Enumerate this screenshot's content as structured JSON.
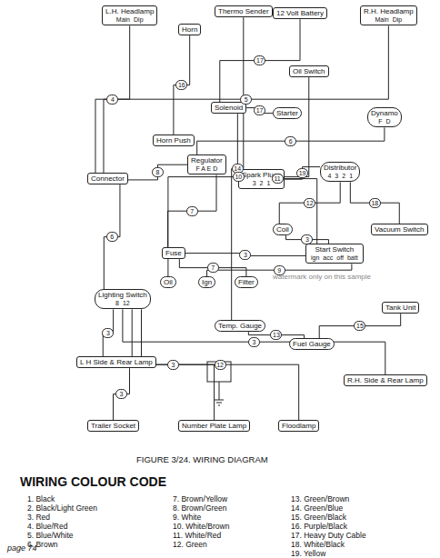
{
  "diagram": {
    "caption": "FIGURE 3/24.   WIRING DIAGRAM",
    "nodes": [
      {
        "text": [
          "L.H. Headlamp",
          "Main",
          "Dip"
        ]
      },
      {
        "text": [
          "Horn"
        ]
      },
      {
        "text": [
          "Thermo Sender"
        ]
      },
      {
        "text": [
          "12 Volt Battery"
        ]
      },
      {
        "text": [
          "R.H. Headlamp",
          "Main",
          "Dip"
        ]
      },
      {
        "text": [
          "Oil Switch"
        ]
      },
      {
        "text": [
          "Solenoid"
        ]
      },
      {
        "text": [
          "Starter"
        ]
      },
      {
        "text": [
          "Dynamo",
          "F",
          "D"
        ]
      },
      {
        "text": [
          "Horn Push"
        ]
      },
      {
        "text": [
          "Connector"
        ]
      },
      {
        "text": [
          "Regulator",
          "F A E D"
        ]
      },
      {
        "text": [
          "Spark Plugs",
          "3",
          "2",
          "1"
        ]
      },
      {
        "text": [
          "Distributor",
          "4",
          "3",
          "2",
          "1"
        ]
      },
      {
        "text": [
          "Coil"
        ]
      },
      {
        "text": [
          "Start Switch",
          "ign",
          "acc",
          "off",
          "batt"
        ]
      },
      {
        "text": [
          "Vacuum Switch"
        ]
      },
      {
        "text": [
          "Fuse"
        ]
      },
      {
        "text": [
          "Lighting Switch",
          "8",
          "12"
        ]
      },
      {
        "text": [
          "Oil"
        ]
      },
      {
        "text": [
          "Ign"
        ]
      },
      {
        "text": [
          "Filter"
        ]
      },
      {
        "text": [
          "Temp. Gauge"
        ]
      },
      {
        "text": [
          "Fuel Gauge"
        ]
      },
      {
        "text": [
          "Tank Unit"
        ]
      },
      {
        "text": [
          "L H Side & Rear Lamp"
        ]
      },
      {
        "text": [
          "R.H. Side & Rear Lamp"
        ]
      },
      {
        "text": [
          "Trailer Socket"
        ]
      },
      {
        "text": [
          "Number Plate Lamp"
        ]
      },
      {
        "text": [
          "Floodlamp"
        ]
      }
    ],
    "edges": [
      {
        "from": 0,
        "to": 10,
        "label": "4",
        "arrow": "none"
      },
      {
        "from": 4,
        "to": 10,
        "label": "5",
        "arrow": "none"
      },
      {
        "from": 1,
        "to": 9,
        "label": "16",
        "arrow": "none"
      },
      {
        "from": 2,
        "to": 22,
        "label": "14",
        "arrow": "none"
      },
      {
        "from": 3,
        "to": 6,
        "label": "17",
        "arrow": "none"
      },
      {
        "from": 5,
        "to": 19,
        "label": "10",
        "arrow": "none"
      },
      {
        "from": 6,
        "to": 7,
        "label": "17",
        "arrow": "none"
      },
      {
        "from": 6,
        "to": 15,
        "label": "11",
        "arrow": "none"
      },
      {
        "from": 8,
        "to": 11,
        "label": "6",
        "arrow": "none"
      },
      {
        "from": 10,
        "to": 11,
        "label": "8",
        "arrow": "none"
      },
      {
        "from": 11,
        "to": 17,
        "label": "7",
        "arrow": "none"
      },
      {
        "from": 12,
        "to": 13,
        "label": "19",
        "arrow": "none"
      },
      {
        "from": 13,
        "to": 14,
        "label": "12",
        "arrow": "none"
      },
      {
        "from": 14,
        "to": 15,
        "label": "3",
        "arrow": "none"
      },
      {
        "from": 13,
        "to": 16,
        "label": "18",
        "arrow": "none"
      },
      {
        "from": 15,
        "to": 17,
        "label": "3",
        "arrow": "none"
      },
      {
        "from": 15,
        "to": 20,
        "label": "9",
        "arrow": "none"
      },
      {
        "from": 17,
        "to": 21,
        "label": "7",
        "arrow": "none"
      },
      {
        "from": 10,
        "to": 18,
        "label": "6",
        "arrow": "none"
      },
      {
        "from": 18,
        "to": 25,
        "label": "3",
        "arrow": "none"
      },
      {
        "from": 18,
        "to": 26,
        "label": "3",
        "arrow": "none"
      },
      {
        "from": 18,
        "to": 28,
        "label": "3",
        "arrow": "none"
      },
      {
        "from": 25,
        "to": 27,
        "label": "3",
        "arrow": "none"
      },
      {
        "from": 22,
        "to": 23,
        "label": "13",
        "arrow": "none"
      },
      {
        "from": 23,
        "to": 24,
        "label": "15",
        "arrow": "none"
      },
      {
        "from": 18,
        "to": 29,
        "label": "12",
        "arrow": "none"
      }
    ],
    "labels": [
      "WIRING COLOUR CODE",
      "page 74",
      "watermark only on this sample"
    ],
    "legend": [
      {
        "text": "1. Black"
      },
      {
        "text": "2. Black/Light Green"
      },
      {
        "text": "3. Red"
      },
      {
        "text": "4. Blue/Red"
      },
      {
        "text": "5. Blue/White"
      },
      {
        "text": "6. Brown"
      },
      {
        "text": "7. Brown/Yellow"
      },
      {
        "text": "8. Brown/Green"
      },
      {
        "text": "9. White"
      },
      {
        "text": "10. White/Brown"
      },
      {
        "text": "11. White/Red"
      },
      {
        "text": "12. Green"
      },
      {
        "text": "13. Green/Brown"
      },
      {
        "text": "14. Green/Blue"
      },
      {
        "text": "15. Green/Black"
      },
      {
        "text": "16. Purple/Black"
      },
      {
        "text": "17. Heavy Duty Cable"
      },
      {
        "text": "18. White/Black"
      },
      {
        "text": "19. Yellow"
      }
    ]
  }
}
